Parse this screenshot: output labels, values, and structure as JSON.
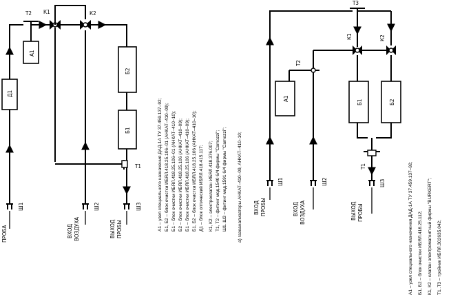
{
  "scheme_a": {
    "components": {
      "t2": "Т2",
      "k1": "К1",
      "k2": "К2",
      "a1": "А1",
      "d1": "Д1",
      "b2": "Б2",
      "b1": "Б1",
      "t1": "Т1",
      "sh1": "Ш1",
      "sh2": "Ш2",
      "sh3": "Ш3"
    },
    "ports": {
      "probe_in": "ПРОБА",
      "air_in_1": "ВХОД",
      "air_in_2": "ВОЗДУХА",
      "probe_out_1": "ВЫХОД",
      "probe_out_2": "ПРОБЫ"
    },
    "legend": [
      "А1 – узел специального назначения ДАД-1А ТУ 37.459.137–92;",
      "Б1, Б2 – блок очистки ИБЯЛ.418.25.106–01 (АНКАТ–410–09);",
      "Б1 – блок очистки ИБЯЛ.418.25.106–01 (АНКАТ–410–10);",
      "Б2 – блок очистки ИБЯЛ.418.25.106 (АНКАТ–410–09);",
      "Б1 – блок очистки ИБЯЛ.418.25.106 (АНКАТ–410–09);",
      "Б1, Б2 – блок очистки ИБЯЛ.418.25.106 (АНКАТ–410–10);",
      "Д1 – блок оптический ИБЯЛ.418.415.117;",
      "К1, К2 – электроклапан ИБЯЛ.418.376.007;",
      "Т1, Т2 – фитинг мод.1540 6/4 фирмы \"Camozzi\";",
      "Ш1..Ш3 – фитинг мод.1591 6/4 фирмы \"Camozzi\";"
    ],
    "caption": "а) газоанализаторы АНКАТ–410–09, АНКАТ–410–10;"
  },
  "scheme_b": {
    "components": {
      "t3": "Т3",
      "k1": "К1",
      "k2": "К2",
      "t2": "Т2",
      "a1": "А1",
      "b1": "Б1",
      "b2": "Б2",
      "t1": "Т1",
      "sh1": "Ш1",
      "sh2": "Ш2",
      "sh3": "Ш3"
    },
    "ports": {
      "probe_in_1": "ВХОД",
      "probe_in_2": "ПРОБЫ",
      "air_in_1": "ВХОД",
      "air_in_2": "ВОЗДУХА",
      "probe_out_1": "ВЫХОД",
      "probe_out_2": "ПРОБЫ"
    },
    "legend": [
      "А1 – узел специального назначения ДАД-1А ТУ 37.459.137–92;",
      "Б1, Б2 – блок очистки ИБЯЛ.418.25.112;",
      "К1, К2 – клапан электромагнитный фирмы \"BURKERT\";",
      "Т1..Т3 – тройник ИБЯЛ.302635.042;"
    ]
  }
}
